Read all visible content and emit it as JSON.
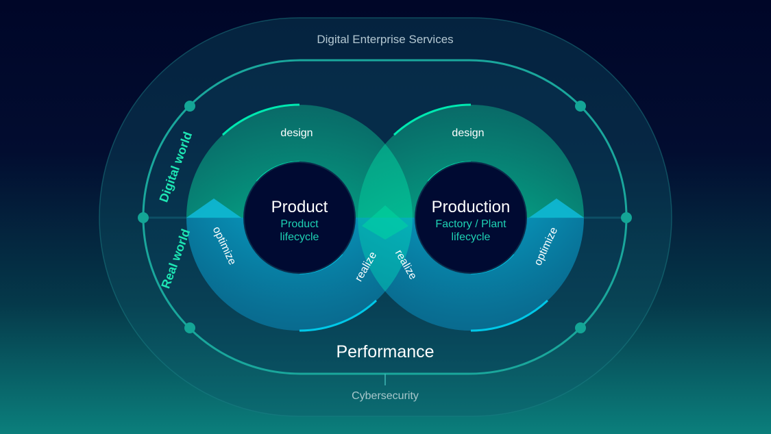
{
  "outer_label": "Digital Enterprise Services",
  "bottom_label": "Cybersecurity",
  "performance_label": "Performance",
  "side_labels": {
    "digital_world": "Digital world",
    "real_world": "Real world"
  },
  "left_loop": {
    "title": "Product",
    "subtitle_line1": "Product",
    "subtitle_line2": "lifecycle",
    "stage_design": "design",
    "stage_optimize": "optimize",
    "stage_realize": "realize"
  },
  "right_loop": {
    "title": "Production",
    "subtitle_line1": "Factory / Plant",
    "subtitle_line2": "lifecycle",
    "stage_design": "design",
    "stage_optimize": "optimize",
    "stage_realize": "realize"
  },
  "colors": {
    "background_top": "#000628",
    "background_bottom": "#0b7f7c",
    "digital_green": "#00d7a0",
    "real_blue": "#00b4dc",
    "center_circle": "#000a32",
    "label_accent": "#1ee6b4",
    "muted_text": "#b4c8d2"
  }
}
